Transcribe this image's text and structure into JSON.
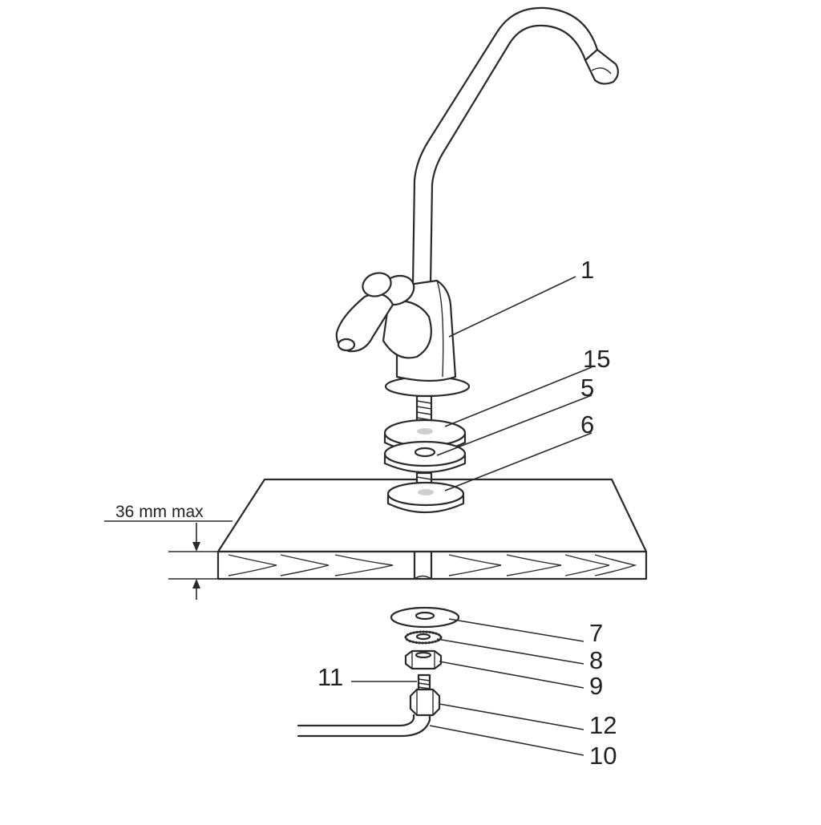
{
  "diagram": {
    "dimension_label": "36 mm max",
    "part_labels": {
      "p1": "1",
      "p15": "15",
      "p5": "5",
      "p6": "6",
      "p7": "7",
      "p8": "8",
      "p9": "9",
      "p11": "11",
      "p12": "12",
      "p10": "10"
    }
  }
}
